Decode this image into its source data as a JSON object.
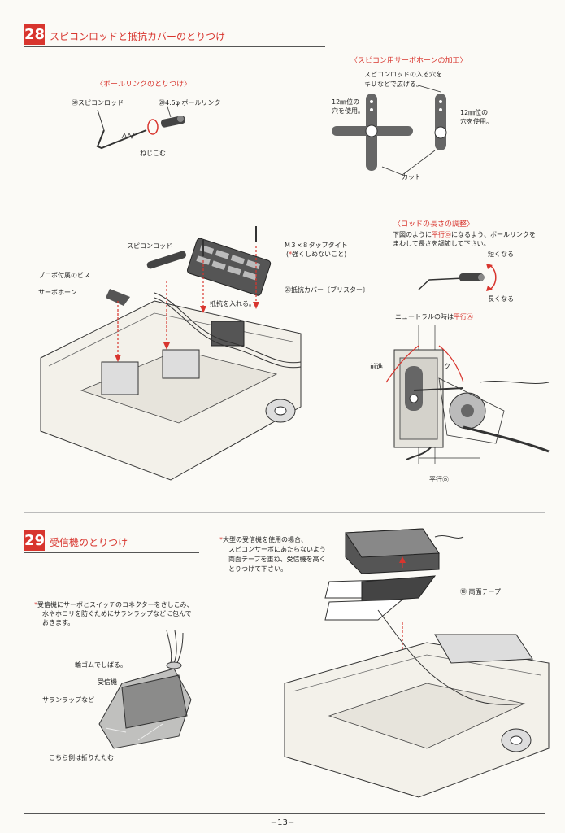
{
  "step28": {
    "number": "28",
    "title": "スピコンロッドと抵抗カバーのとりつけ",
    "ball_link": {
      "heading": "〈ボールリンクのとりつけ〉",
      "rod_label": "㊿スピコンロッド",
      "link_label": "㉘4.5φ ボールリンク",
      "screw_label": "ねじこむ"
    },
    "horn_mod": {
      "heading": "〈スピコン用サーボホーンの加工〉",
      "note_line1": "スピコンロッドの入る穴を",
      "note_line2": "キリなどで広げる。",
      "hole_left_1": "12㎜位の",
      "hole_left_2": "穴を使用。",
      "hole_right_1": "12㎜位の",
      "hole_right_2": "穴を使用。",
      "cut_label": "カット"
    },
    "assembly": {
      "rod_label": "スピコンロッド",
      "screw_label": "M３×８タップタイト",
      "screw_note_mark": "*",
      "screw_note": "強くしめないこと",
      "propo_screw": "プロポ付属のビス",
      "servo_horn": "サーボホーン",
      "cover_label": "㉓抵抗カバー〔ブリスター〕",
      "resistor_label": "抵抗を入れる。"
    },
    "rod_adjust": {
      "heading": "〈ロッドの長さの調整〉",
      "line1_a": "下図のように",
      "line1_red": "平行Ⓑ",
      "line1_b": "になるよう、ボールリンクを",
      "line2": "まわして長さを調節して下さい。",
      "shorter": "短くなる",
      "longer": "長くなる",
      "neutral_a": "ニュートラルの時は",
      "neutral_red": "平行Ⓐ",
      "forward": "前進",
      "back": "バック",
      "parallel_b": "平行Ⓑ"
    }
  },
  "step29": {
    "number": "29",
    "title": "受信機のとりつけ",
    "wrap_note_mark": "*",
    "wrap_note_line1": "受信機にサーボとスイッチのコネクターをさしこみ、",
    "wrap_note_line2": "水やホコリを防ぐためにサランラップなどに包んで",
    "wrap_note_line3": "おきます。",
    "rubber_band": "輪ゴムでしばる。",
    "receiver": "受信機",
    "saran": "サランラップなど",
    "fold": "こちら側は折りたたむ",
    "large_note_mark": "*",
    "large_note_line1": "大型の受信機を使用の場合、",
    "large_note_line2": "スピコンサーボにあたらないよう",
    "large_note_line3": "両面テープを重ね、受信機を高く",
    "large_note_line4": "とりつけて下さい。",
    "tape_label": "⑱ 両面テープ"
  },
  "footer": {
    "page": "−13−"
  }
}
